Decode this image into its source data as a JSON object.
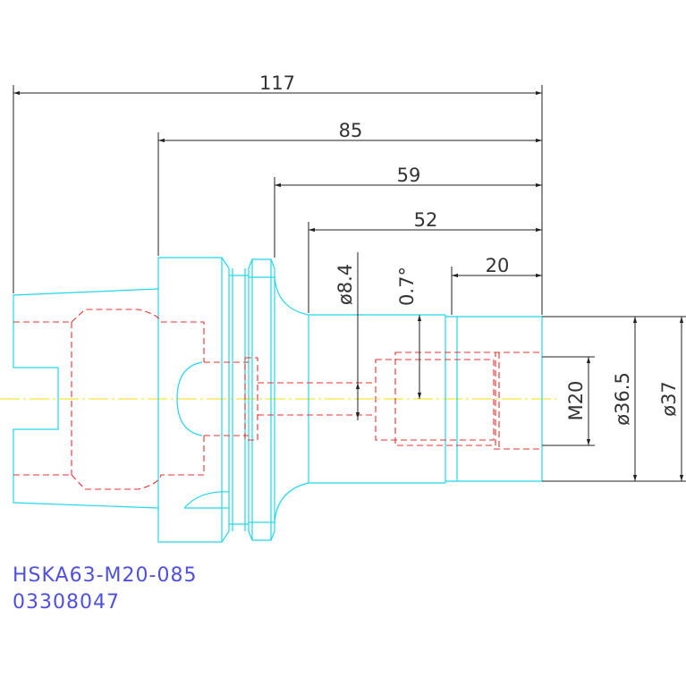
{
  "dimensions": {
    "overall_length": "117",
    "length_85": "85",
    "length_59": "59",
    "length_52": "52",
    "length_20": "20",
    "dia_8_4": "ø8.4",
    "taper_angle": "0.7°",
    "thread": "M20",
    "dia_36_5": "ø36.5",
    "dia_37": "ø37"
  },
  "caption": {
    "model": "HSKA63-M20-085",
    "part_number": "03308047"
  },
  "colors": {
    "outline": "#20d8ea",
    "hidden": "#e83030",
    "centerline": "#f0e000",
    "dimension": "#222222",
    "caption": "#5050e0"
  }
}
